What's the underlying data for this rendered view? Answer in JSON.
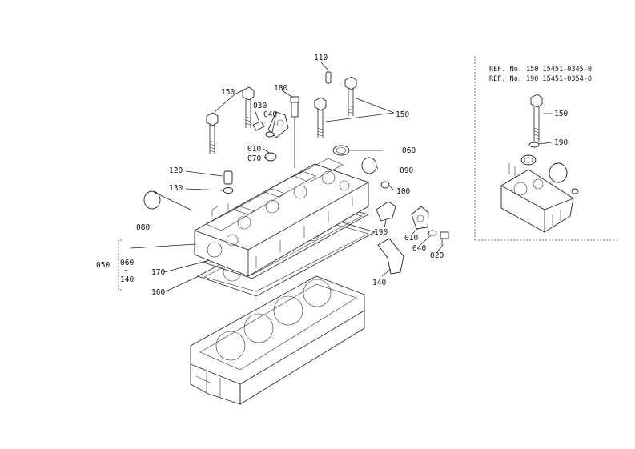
{
  "inset_header": {
    "ref_line_1": "REF. No. 150  15451-0345-0",
    "ref_line_2": "REF. No. 190  15451-0354-0"
  },
  "callouts": {
    "c110": "110",
    "c150a": "150",
    "c180": "180",
    "c030": "030",
    "c040a": "040",
    "c150b": "150",
    "c060a": "060",
    "c010a": "010",
    "c070": "070",
    "c090": "090",
    "c120": "120",
    "c130": "130",
    "c100": "100",
    "c080": "080",
    "c190": "190",
    "c010b": "010",
    "c040b": "040",
    "c020": "020",
    "c050": "050",
    "c060b": "060",
    "c140a": "140",
    "c170": "170",
    "c160": "160",
    "c140b": "140",
    "inset_150": "150",
    "inset_190": "190"
  }
}
